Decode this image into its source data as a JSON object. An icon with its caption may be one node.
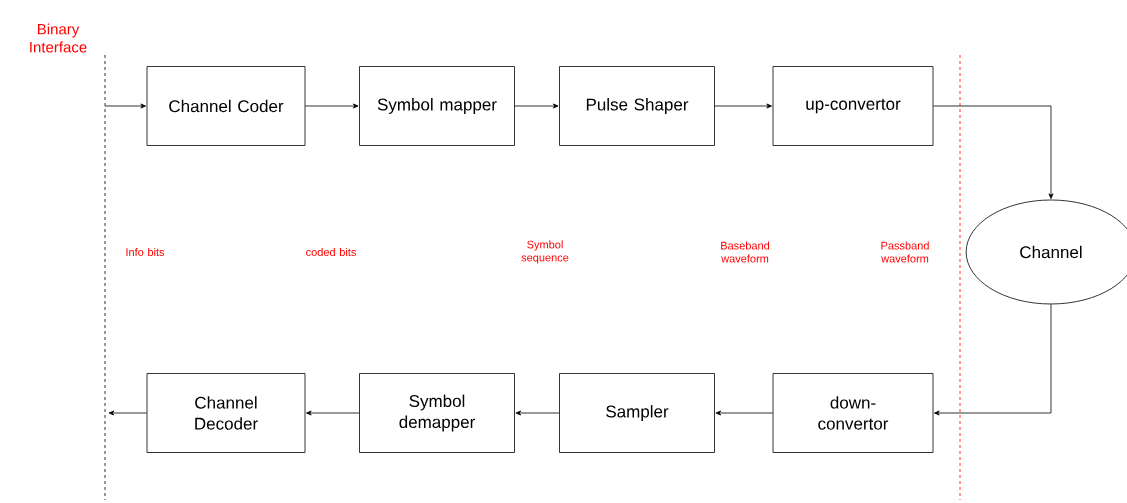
{
  "diagram": {
    "nodes": [
      {
        "text": [
          "Channel Coder"
        ]
      },
      {
        "text": [
          "Symbol mapper"
        ]
      },
      {
        "text": [
          "Pulse Shaper"
        ]
      },
      {
        "text": [
          "up-convertor"
        ]
      },
      {
        "text": [
          "Channel"
        ]
      },
      {
        "text": [
          "down-convertor"
        ]
      },
      {
        "text": [
          "Sampler"
        ]
      },
      {
        "text": [
          "Symbol demapper"
        ]
      },
      {
        "text": [
          "Channel Decoder"
        ]
      }
    ],
    "edges": [
      {
        "from": null,
        "to": 0,
        "arrow": "to"
      },
      {
        "from": 0,
        "to": 1,
        "arrow": "to"
      },
      {
        "from": 1,
        "to": 2,
        "arrow": "to"
      },
      {
        "from": 2,
        "to": 3,
        "arrow": "to"
      },
      {
        "from": 3,
        "to": 4,
        "arrow": "to"
      },
      {
        "from": 4,
        "to": 5,
        "arrow": "to"
      },
      {
        "from": 5,
        "to": 6,
        "arrow": "to"
      },
      {
        "from": 6,
        "to": 7,
        "arrow": "to"
      },
      {
        "from": 7,
        "to": 8,
        "arrow": "to"
      },
      {
        "from": 8,
        "to": null,
        "arrow": "to"
      }
    ],
    "labels": [
      "Binary Interface",
      "Info bits",
      "coded bits",
      "Symbol sequence",
      "Baseband waveform",
      "Passband waveform"
    ]
  }
}
